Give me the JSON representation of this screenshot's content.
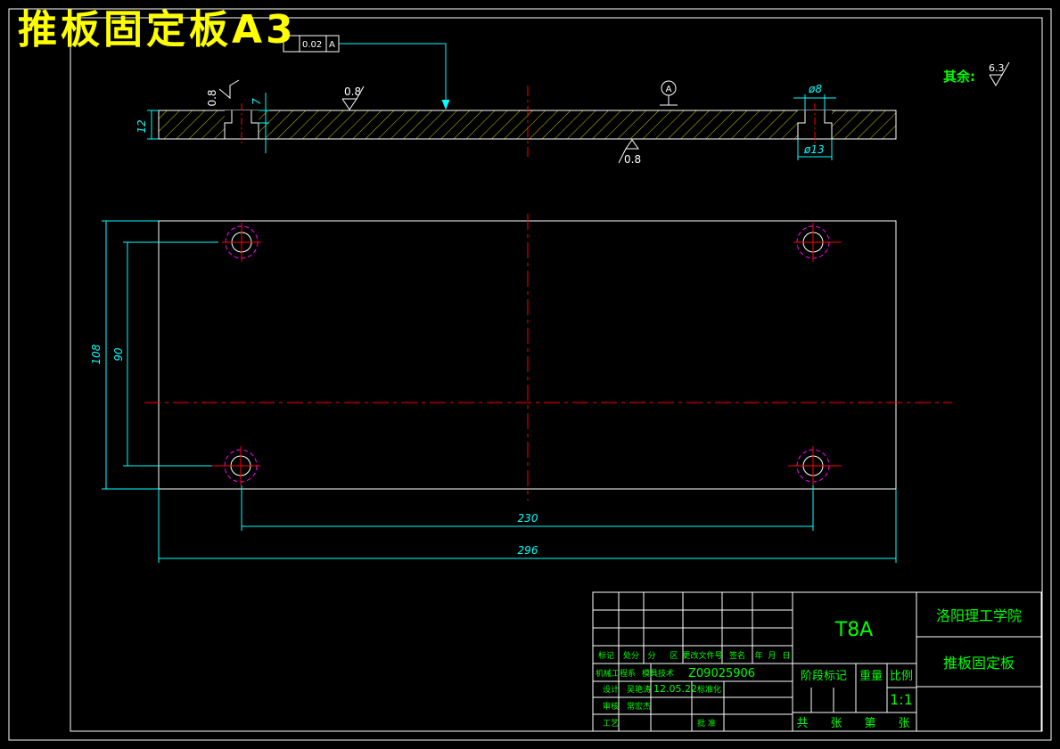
{
  "title": "推板固定板A3",
  "tolerance_frame": {
    "value": "0.02",
    "datum": "A"
  },
  "datum_marker": "A",
  "surface_finish": {
    "top_left": "0.8",
    "top_mid": "0.8",
    "bottom": "0.8",
    "remaining_label": "其余:",
    "remaining_value": "6.3"
  },
  "dimensions": {
    "thickness": "12",
    "counterbore_depth": "7",
    "hole_dia": "ø8",
    "counterbore_dia": "ø13",
    "width_outer": "108",
    "width_holes": "90",
    "length_holes": "230",
    "length_outer": "296"
  },
  "title_block": {
    "material": "T8A",
    "school": "洛阳理工学院",
    "part_name": "推板固定板",
    "headers": [
      "标记",
      "处分",
      "分",
      "区",
      "更改文件号",
      "签名",
      "年",
      "月",
      "日"
    ],
    "department": "机械工程系",
    "major": "模具技术",
    "student_no": "Z09025906",
    "design_label": "设计",
    "designer": "吴艳涛",
    "date": "12.05.22",
    "standard_label": "标准化",
    "review_label": "审核",
    "reviewer": "常宏杰",
    "process_label": "工艺",
    "approve_label": "批 准",
    "stage_label": "阶段标记",
    "weight_label": "重量",
    "scale_label": "比例",
    "scale_value": "1:1",
    "sheets_total_label": "共",
    "sheets_label1": "张",
    "sheet_no_label": "第",
    "sheets_label2": "张"
  },
  "colors": {
    "background": "#000000",
    "outline": "#ffffff",
    "dimension": "#00ffff",
    "centerline": "#ff0000",
    "hidden_circle": "#ff00ff",
    "hatch": "#ffff00",
    "title_text": "#ffff00",
    "title_block_text": "#00ff00"
  }
}
